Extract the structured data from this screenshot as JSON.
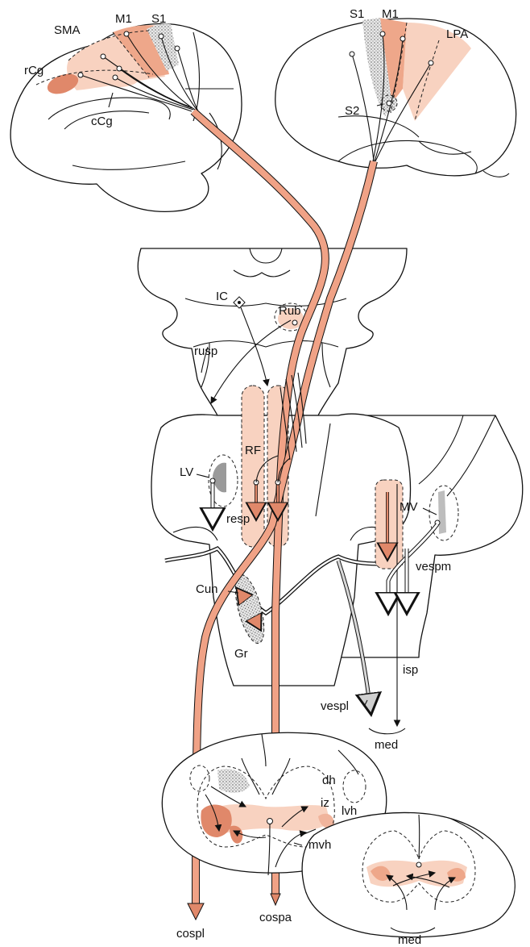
{
  "colors": {
    "tract": "#f0a286",
    "tract_dark": "#d9785a",
    "region_light": "#f8d2c0",
    "region_mid": "#eea78a",
    "region_dark": "#e0886a",
    "stipple": "#cfcfcf",
    "ink": "#111111",
    "lv_gray": "#9a9a9a"
  },
  "labels": {
    "sma": "SMA",
    "m1_left": "M1",
    "s1_left": "S1",
    "rcg": "rCg",
    "ccg": "cCg",
    "s1_right": "S1",
    "m1_right": "M1",
    "lpa": "LPA",
    "s2": "S2",
    "ic": "IC",
    "rub": "Rub",
    "rusp": "rusp",
    "rf": "RF",
    "resp": "resp",
    "lv": "LV",
    "mv": "MV",
    "vespm": "vespm",
    "cun": "Cun",
    "gr": "Gr",
    "isp": "isp",
    "vespl": "vespl",
    "med_top": "med",
    "dh": "dh",
    "iz": "iz",
    "lvh": "lvh",
    "mvh": "mvh",
    "cospl": "cospl",
    "cospa": "cospa",
    "med_bottom": "med"
  }
}
